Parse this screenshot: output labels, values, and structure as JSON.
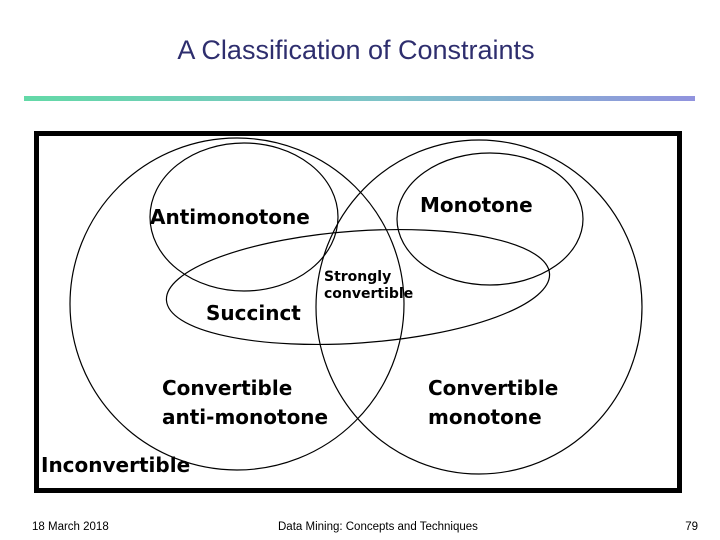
{
  "title": "A Classification of Constraints",
  "diagram": {
    "regions": {
      "antimonotone": "Antimonotone",
      "monotone": "Monotone",
      "succinct": "Succinct",
      "strongly_convertible": {
        "line1": "Strongly",
        "line2": "convertible"
      },
      "convertible_anti_monotone": {
        "line1": "Convertible",
        "line2": "anti-monotone"
      },
      "convertible_monotone": {
        "line1": "Convertible",
        "line2": "monotone"
      },
      "inconvertible": "Inconvertible"
    }
  },
  "footer": {
    "date": "18 March 2018",
    "book_title": "Data Mining: Concepts and Techniques",
    "page_number": "79"
  },
  "colors": {
    "background": "#FFFFFF",
    "title": "#2E2E6E",
    "divider_left": "#63D9A7",
    "divider_mid": "#7FC3C9",
    "divider_right": "#9193DE",
    "stroke": "#000000",
    "label": "#000000"
  }
}
